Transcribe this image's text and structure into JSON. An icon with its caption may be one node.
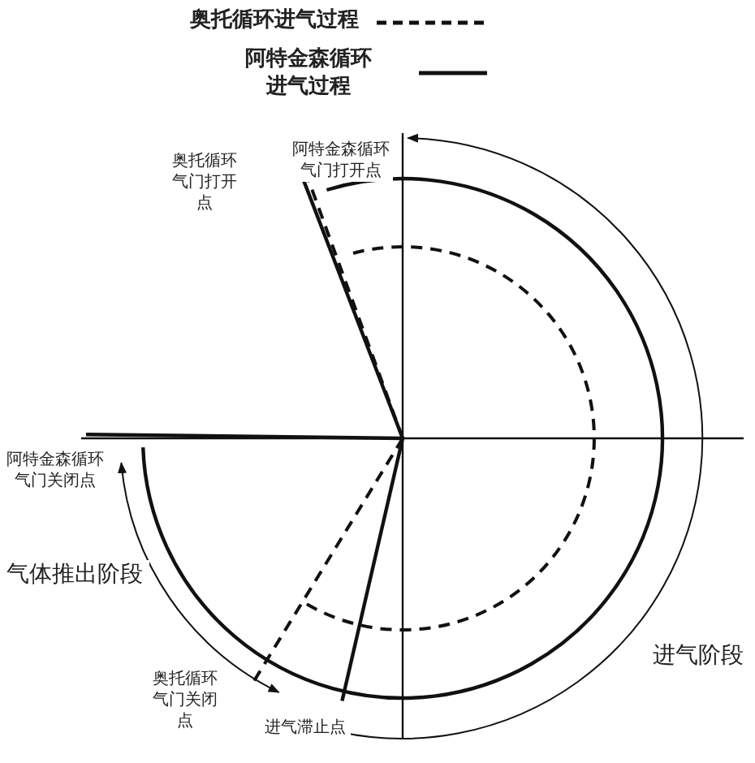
{
  "diagram": {
    "labels": [
      "阿特金森循环气门打开点",
      "奥托循环气门打开点",
      "阿特金森循环气门关闭点",
      "气体推出阶段",
      "奥托循环气门关闭点",
      "进气滞止点",
      "进气阶段"
    ],
    "legend": [
      {
        "text": "奥托循环进气过程"
      },
      {
        "text": "阿特金森循环进气过程"
      }
    ]
  }
}
